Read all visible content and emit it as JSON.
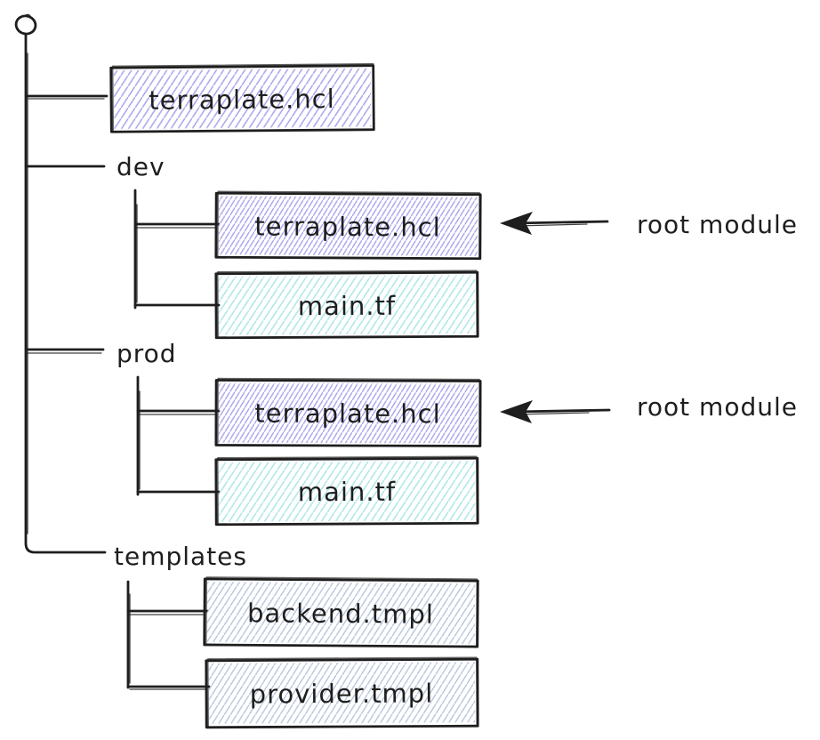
{
  "diagram_type": "file-tree",
  "colors": {
    "background": "#ffffff",
    "stroke": "#1e1e1e",
    "hatch_purple": "#a9a3ec",
    "hatch_teal": "#ace6e6",
    "hatch_blue_gray": "#b6c4da"
  },
  "tree": {
    "root_file": {
      "label": "terraplate.hcl",
      "style": "purple-hatch"
    },
    "folders": [
      {
        "label": "dev",
        "files": [
          {
            "label": "terraplate.hcl",
            "style": "purple-hatch"
          },
          {
            "label": "main.tf",
            "style": "teal-hatch"
          }
        ]
      },
      {
        "label": "prod",
        "files": [
          {
            "label": "terraplate.hcl",
            "style": "purple-hatch"
          },
          {
            "label": "main.tf",
            "style": "teal-hatch"
          }
        ]
      },
      {
        "label": "templates",
        "files": [
          {
            "label": "backend.tmpl",
            "style": "blue-gray-hatch"
          },
          {
            "label": "provider.tmpl",
            "style": "blue-gray-hatch"
          }
        ]
      }
    ]
  },
  "annotations": [
    {
      "label": "root module",
      "points_to": "dev/terraplate.hcl"
    },
    {
      "label": "root module",
      "points_to": "prod/terraplate.hcl"
    }
  ]
}
